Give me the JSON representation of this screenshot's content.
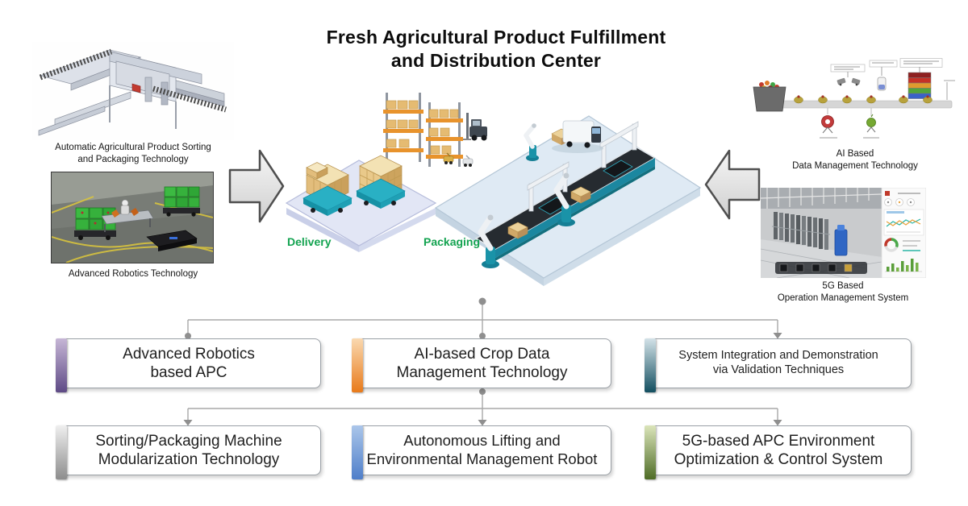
{
  "title": {
    "line1": "Fresh Agricultural Product Fulfillment",
    "line2": "and Distribution Center"
  },
  "left_column": {
    "sorting_caption": {
      "line1": "Automatic Agricultural Product Sorting",
      "line2": "and Packaging  Technology"
    },
    "robotics_caption": "Advanced Robotics Technology"
  },
  "center_scene": {
    "delivery_label": "Delivery",
    "packaging_label": "Packaging"
  },
  "right_column": {
    "ai_caption": {
      "line1": "AI Based",
      "line2": "Data Management Technology"
    },
    "og_caption": {
      "line1": "5G Based",
      "line2": "Operation Management System"
    }
  },
  "tech_tree": {
    "row1": [
      {
        "line1": "Advanced Robotics",
        "line2": "based APC",
        "accent_top": "#c6b6d6",
        "accent_bottom": "#5e4a85"
      },
      {
        "line1": "AI-based Crop Data",
        "line2": "Management Technology",
        "accent_top": "#fad9b0",
        "accent_bottom": "#e87a1a"
      },
      {
        "line1": "System Integration and Demonstration",
        "line2": "via Validation Techniques",
        "accent_top": "#d3e2e8",
        "accent_bottom": "#134f60"
      }
    ],
    "row2": [
      {
        "line1": "Sorting/Packaging Machine",
        "line2": "Modularization Technology",
        "accent_top": "#efefef",
        "accent_bottom": "#8d8d8d"
      },
      {
        "line1": "Autonomous Lifting and",
        "line2": "Environmental Management Robot",
        "accent_top": "#abc6ea",
        "accent_bottom": "#4e7ec9"
      },
      {
        "line1": "5G-based APC Environment",
        "line2": "Optimization & Control System",
        "accent_top": "#dbe5ba",
        "accent_bottom": "#4e6c26"
      }
    ]
  },
  "colors": {
    "label_green": "#13a350",
    "connector_gray": "#a8a8a8",
    "arrow_border": "#4f4f4f"
  }
}
